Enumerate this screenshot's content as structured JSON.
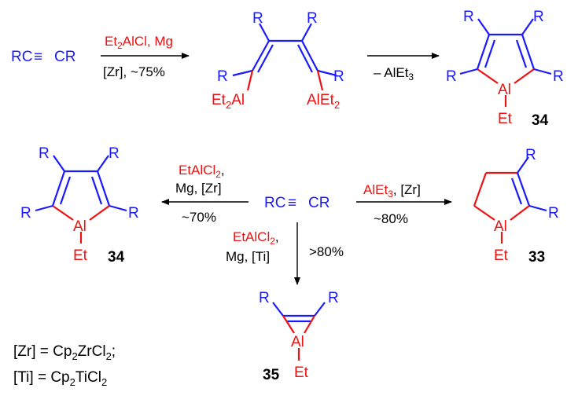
{
  "colors": {
    "substituent": "#1a1aff",
    "aluminum": "#ee1111",
    "text": "#000000"
  },
  "top_row": {
    "start": {
      "main": "RC",
      "triple": "≡",
      "tail": "CR"
    },
    "arrow1": {
      "reagent_pre": "Et",
      "reagent_sub": "2",
      "reagent_post": "AlCl, Mg",
      "conditions": "[Zr], ~75%"
    },
    "diene": {
      "r1": "R",
      "r2": "R",
      "r3": "R",
      "r4": "R",
      "al_left_pre": "Et",
      "al_left_sub": "2",
      "al_left_post": "Al",
      "al_right_pre": "AlEt",
      "al_right_sub": "2"
    },
    "arrow2": {
      "reagent_pre": "– AlEt",
      "reagent_sub": "3"
    },
    "product": {
      "r1": "R",
      "r2": "R",
      "r3": "R",
      "r4": "R",
      "al": "Al",
      "et": "Et",
      "number": "34"
    }
  },
  "middle": {
    "center": {
      "main": "RC",
      "triple": "≡",
      "tail": "CR"
    },
    "left_arrow": {
      "reagent_pre": "EtAlCl",
      "reagent_sub": "2",
      "reagent_post": ",",
      "conditions": "Mg, [Zr]",
      "yield": "~70%"
    },
    "left_product": {
      "r1": "R",
      "r2": "R",
      "r3": "R",
      "r4": "R",
      "al": "Al",
      "et": "Et",
      "number": "34"
    },
    "right_arrow": {
      "reagent_pre": "AlEt",
      "reagent_sub": "3",
      "reagent_post": ", [Zr]",
      "yield": "~80%"
    },
    "right_product": {
      "r1": "R",
      "r2": "R",
      "al": "Al",
      "et": "Et",
      "number": "33"
    },
    "down_arrow": {
      "reagent_pre": "EtAlCl",
      "reagent_sub": "2",
      "reagent_post": ",",
      "conditions": "Mg, [Ti]",
      "yield": ">80%"
    },
    "bottom_product": {
      "r1": "R",
      "r2": "R",
      "al": "Al",
      "et": "Et",
      "number": "35"
    }
  },
  "legend": {
    "zr": {
      "pre": "[Zr] = Cp",
      "s1": "2",
      "mid": "ZrCl",
      "s2": "2",
      "post": ";"
    },
    "ti": {
      "pre": "[Ti] = Cp",
      "s1": "2",
      "mid": "TiCl",
      "s2": "2"
    }
  }
}
